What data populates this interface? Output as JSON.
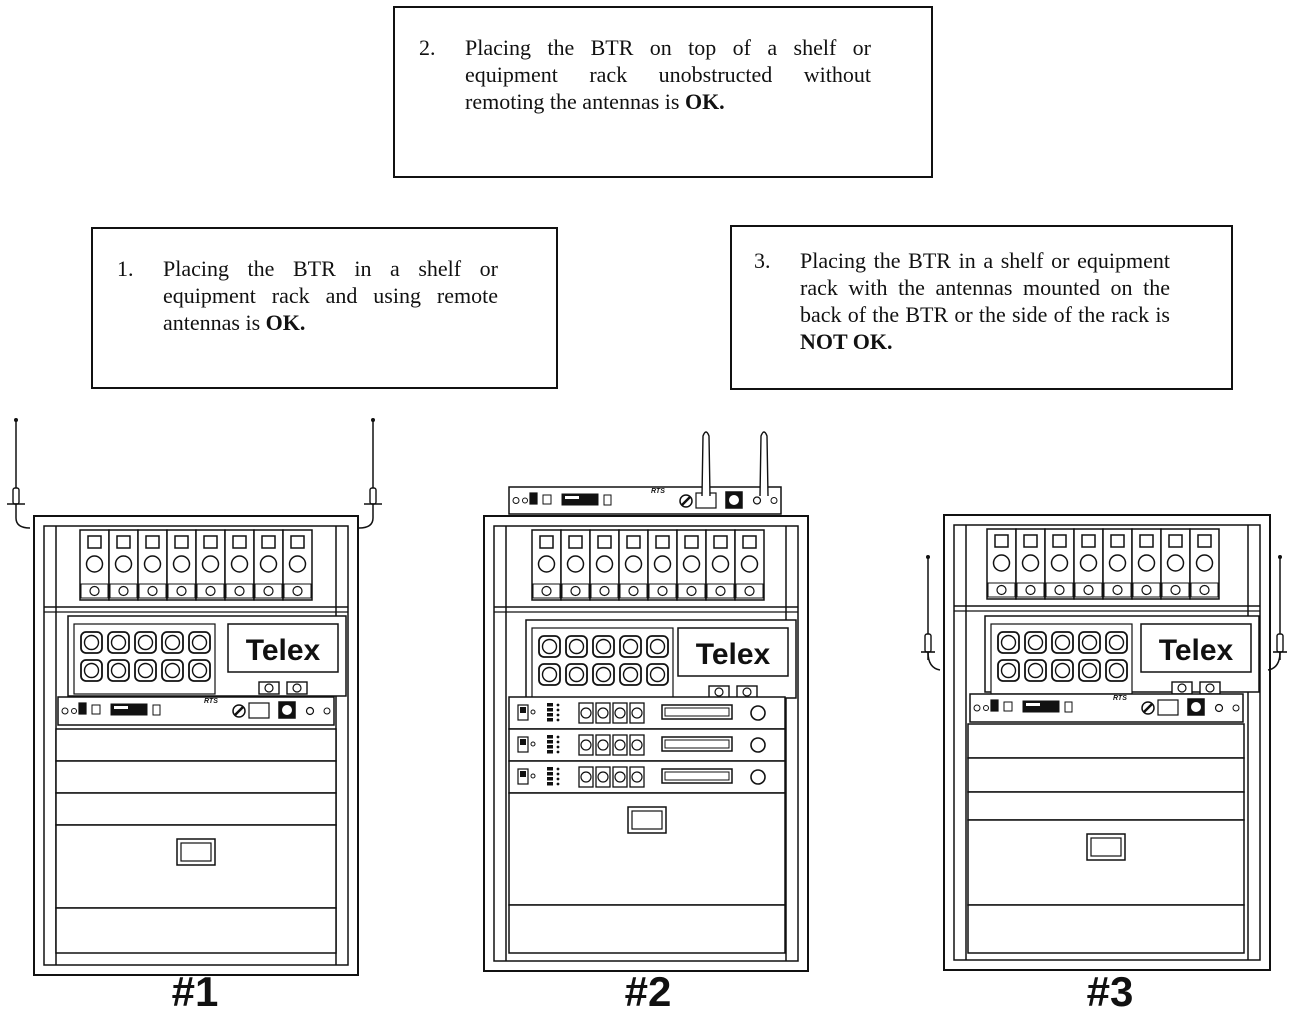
{
  "callouts": [
    {
      "number": "2.",
      "text_before": "Placing the BTR on top of a shelf or equipment rack unobstructed without remoting the antennas is",
      "verdict": "OK."
    },
    {
      "number": "1.",
      "text_before": "Placing the BTR in a shelf or equipment rack and using remote antennas is",
      "verdict": "OK."
    },
    {
      "number": "3.",
      "text_before": "Placing the BTR in a shelf or equipment rack with the antennas mounted on the back of the BTR or the side of the rack is",
      "verdict": "NOT OK."
    }
  ],
  "racks": [
    {
      "label": "#1",
      "brand": "Telex",
      "unit_brand": "RTS"
    },
    {
      "label": "#2",
      "brand": "Telex",
      "unit_brand": "RTS"
    },
    {
      "label": "#3",
      "brand": "Telex",
      "unit_brand": "RTS"
    }
  ]
}
